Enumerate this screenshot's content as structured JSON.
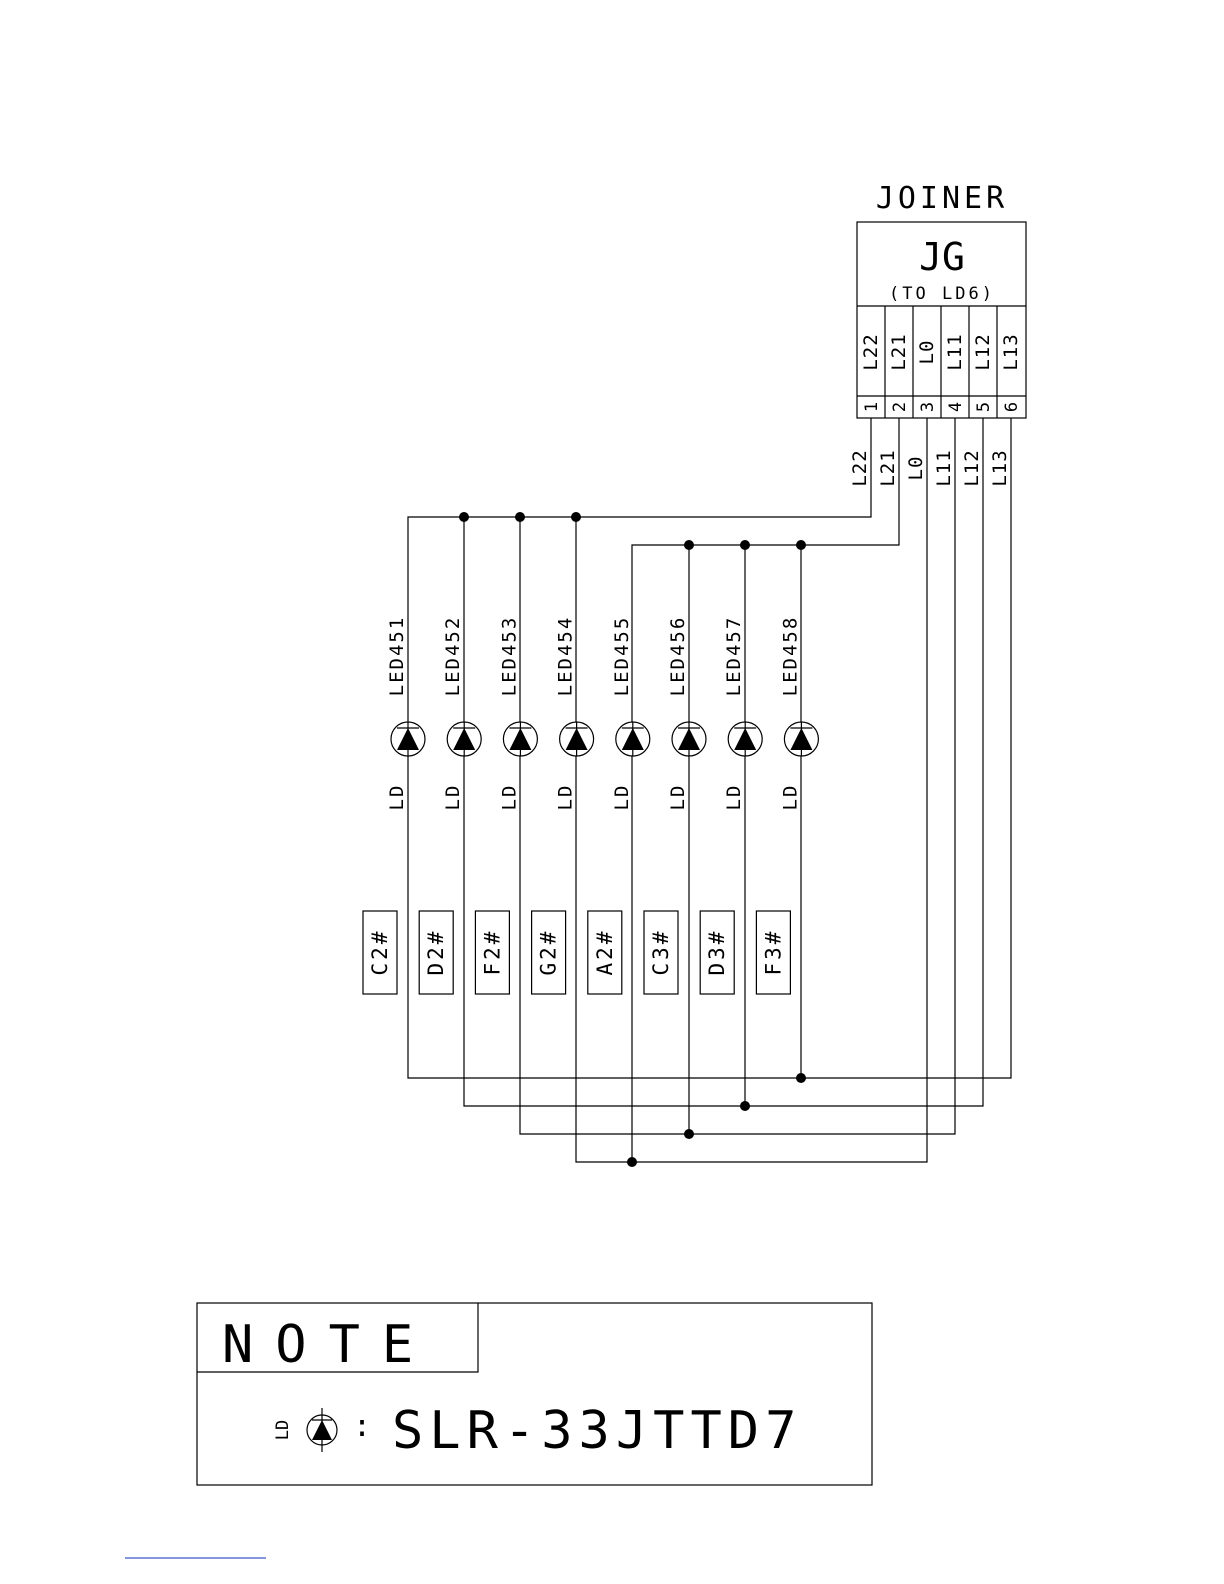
{
  "joiner": {
    "heading": "JOINER",
    "name": "JG",
    "subtitle": "(TO LD6)",
    "pins": [
      {
        "number": "1",
        "signal": "L22"
      },
      {
        "number": "2",
        "signal": "L21"
      },
      {
        "number": "3",
        "signal": "L0"
      },
      {
        "number": "4",
        "signal": "L11"
      },
      {
        "number": "5",
        "signal": "L12"
      },
      {
        "number": "6",
        "signal": "L13"
      }
    ]
  },
  "wire_labels": [
    "L22",
    "L21",
    "L0",
    "L11",
    "L12",
    "L13"
  ],
  "leds": [
    {
      "ref": "LED451",
      "type": "LD",
      "note": "C2#"
    },
    {
      "ref": "LED452",
      "type": "LD",
      "note": "D2#"
    },
    {
      "ref": "LED453",
      "type": "LD",
      "note": "F2#"
    },
    {
      "ref": "LED454",
      "type": "LD",
      "note": "G2#"
    },
    {
      "ref": "LED455",
      "type": "LD",
      "note": "A2#"
    },
    {
      "ref": "LED456",
      "type": "LD",
      "note": "C3#"
    },
    {
      "ref": "LED457",
      "type": "LD",
      "note": "D3#"
    },
    {
      "ref": "LED458",
      "type": "LD",
      "note": "F3#"
    }
  ],
  "note_box": {
    "heading": "NOTE",
    "legend_symbol": "LD",
    "legend_separator": ":",
    "part_number": "SLR-33JTTD7"
  }
}
